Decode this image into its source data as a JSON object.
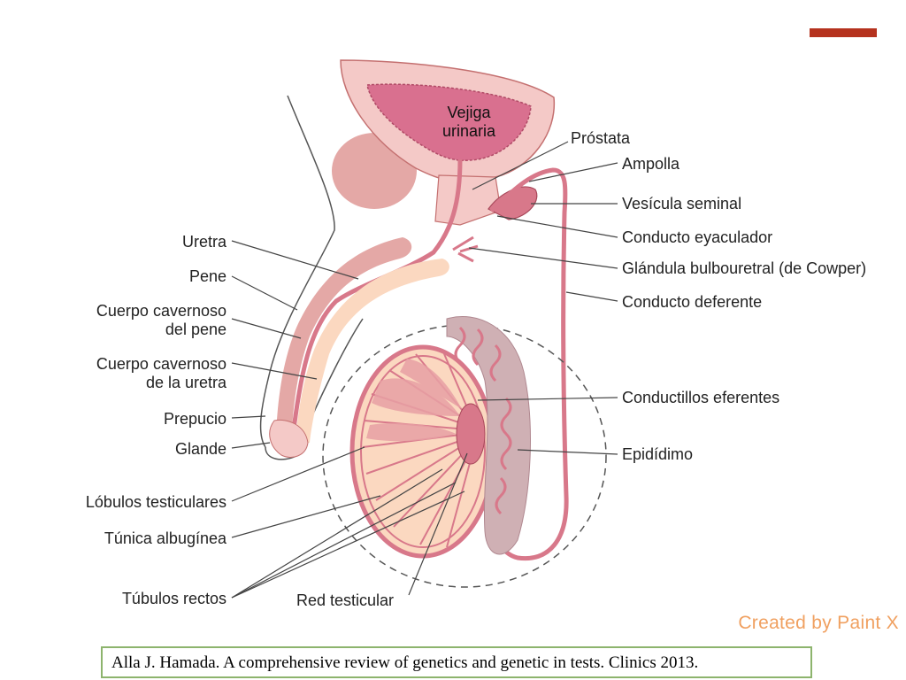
{
  "colors": {
    "accent": "#b5321e",
    "tissue_pink": "#f4c9c7",
    "tissue_rose": "#e4a8a6",
    "bladder_inner": "#d9708f",
    "duct": "#d8788a",
    "testis_peach": "#fbd8c0",
    "epididymis": "#cfb0b4",
    "watermark": "#f0a060",
    "citation_border": "#8db46d"
  },
  "organs": {
    "bladder": "Vejiga\nurinaria"
  },
  "labels_right": [
    {
      "id": "prostata",
      "text": "Próstata"
    },
    {
      "id": "ampolla",
      "text": "Ampolla"
    },
    {
      "id": "vesicula",
      "text": "Vesícula seminal"
    },
    {
      "id": "eyaculador",
      "text": "Conducto eyaculador"
    },
    {
      "id": "bulbouretral",
      "text": "Glándula bulbouretral (de Cowper)"
    },
    {
      "id": "deferente",
      "text": "Conducto deferente"
    },
    {
      "id": "eferentes",
      "text": "Conductillos eferentes"
    },
    {
      "id": "epididimo",
      "text": "Epidídimo"
    }
  ],
  "labels_left": [
    {
      "id": "uretra",
      "text": "Uretra"
    },
    {
      "id": "pene",
      "text": "Pene"
    },
    {
      "id": "cavernoso_pene",
      "text": "Cuerpo cavernoso\ndel pene"
    },
    {
      "id": "cavernoso_uretra",
      "text": "Cuerpo cavernoso\nde la uretra"
    },
    {
      "id": "prepucio",
      "text": "Prepucio"
    },
    {
      "id": "glande",
      "text": "Glande"
    },
    {
      "id": "lobulos",
      "text": "Lóbulos testiculares"
    },
    {
      "id": "tunica",
      "text": "Túnica albugínea"
    },
    {
      "id": "tubulos",
      "text": "Túbulos rectos"
    }
  ],
  "labels_bottom": [
    {
      "id": "red",
      "text": "Red testicular"
    }
  ],
  "watermark": "Created by Paint X",
  "citation": "Alla J. Hamada. A comprehensive review of genetics and genetic in tests. Clinics 2013."
}
